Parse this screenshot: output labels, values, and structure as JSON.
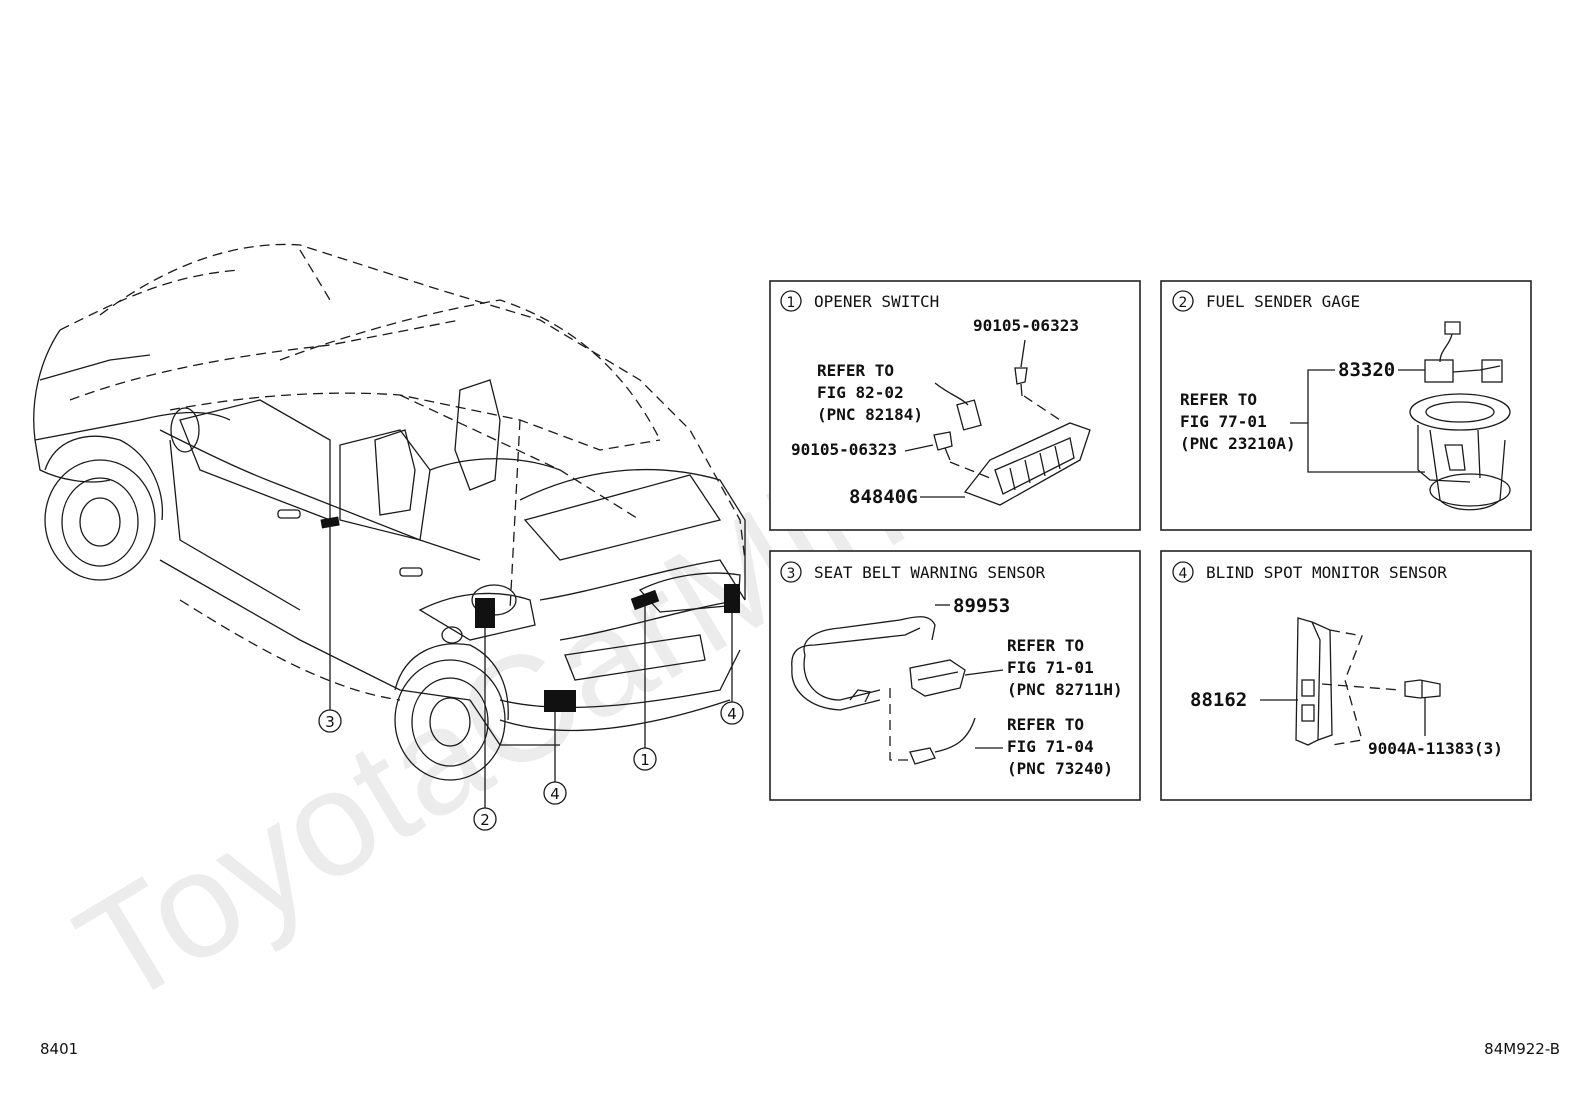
{
  "watermark": "ToyotaCarMine.ru",
  "footer": {
    "left_code": "8401",
    "right_code": "84M922-B"
  },
  "callouts": [
    {
      "num": "3"
    },
    {
      "num": "2"
    },
    {
      "num": "4"
    },
    {
      "num": "1"
    },
    {
      "num": "4"
    }
  ],
  "panels": [
    {
      "num": "1",
      "title": "OPENER SWITCH",
      "refer": [
        "REFER TO",
        "FIG 82-02",
        "(PNC 82184)"
      ],
      "bolt_top": "90105-06323",
      "bolt_left": "90105-06323",
      "part": "84840G"
    },
    {
      "num": "2",
      "title": "FUEL SENDER GAGE",
      "refer": [
        "REFER TO",
        "FIG 77-01",
        "(PNC 23210A)"
      ],
      "part": "83320"
    },
    {
      "num": "3",
      "title": "SEAT BELT WARNING SENSOR",
      "part": "89953",
      "refer_a": [
        "REFER TO",
        "FIG 71-01",
        "(PNC 82711H)"
      ],
      "refer_b": [
        "REFER TO",
        "FIG 71-04",
        "(PNC 73240)"
      ]
    },
    {
      "num": "4",
      "title": "BLIND SPOT MONITOR SENSOR",
      "part": "88162",
      "bolt": "9004A-11383(3)"
    }
  ]
}
